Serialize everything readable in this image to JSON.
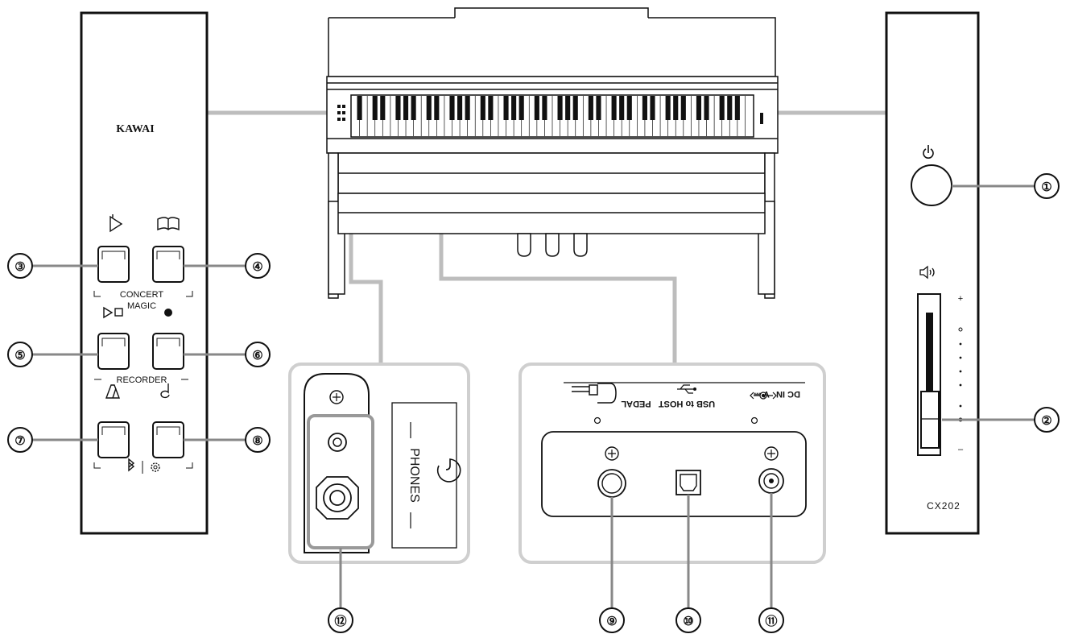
{
  "left_panel": {
    "brand": "KAWAI",
    "concert_magic_label_1": "CONCERT",
    "concert_magic_label_2": "MAGIC",
    "recorder_label": "RECORDER"
  },
  "right_panel": {
    "model": "CX202",
    "volume_max": "+",
    "volume_min": "–"
  },
  "phones_panel": {
    "label": "PHONES"
  },
  "connector_panel": {
    "pedal_label": "PEDAL",
    "usb_label": "USB to HOST",
    "dcin_label": "DC IN",
    "voltage_label": "V ⎓"
  },
  "callouts": {
    "c1": "①",
    "c2": "②",
    "c3": "③",
    "c4": "④",
    "c5": "⑤",
    "c6": "⑥",
    "c7": "⑦",
    "c8": "⑧",
    "c9": "⑨",
    "c10": "⑩",
    "c11": "⑪",
    "c12": "⑫"
  },
  "icons": {
    "power": "power-icon",
    "speaker": "speaker-volume-icon",
    "concert_magic": "concert-magic-icon",
    "lesson": "book-icon",
    "play_stop": "play-stop-icon",
    "record": "record-icon",
    "metronome": "metronome-icon",
    "sound": "note-icon",
    "bluetooth": "bluetooth-icon",
    "settings": "gear-icon"
  },
  "colors": {
    "line": "#111111",
    "leader": "#bdbdbd",
    "panel_border": "#cfcfcf"
  }
}
